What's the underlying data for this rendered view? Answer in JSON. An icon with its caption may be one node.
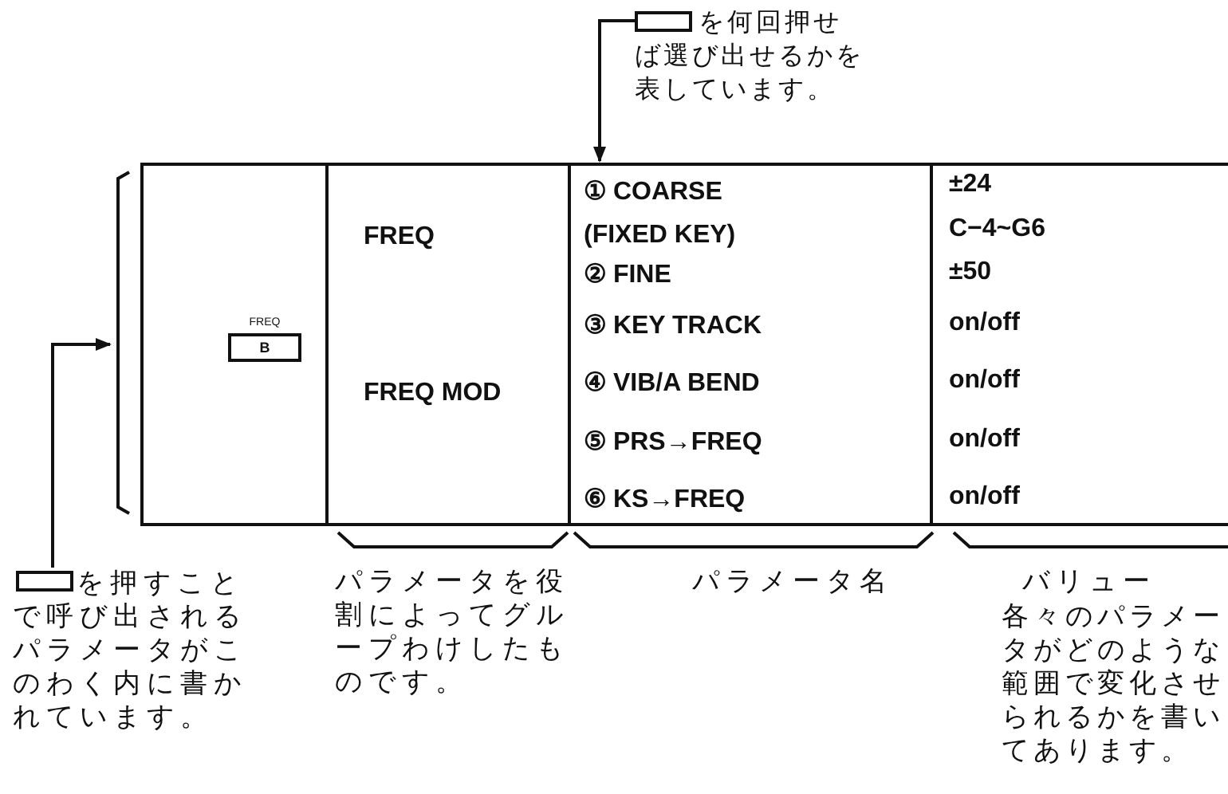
{
  "diagram": {
    "nodes": [
      {
        "text": [
          "を何回押せば選び出せるかを表しています。"
        ]
      },
      {
        "text": [],
        "shape": "box"
      },
      {
        "text": [],
        "shape": "box",
        "in": 1
      },
      {
        "text": [
          "FREQ",
          "B"
        ],
        "in": 2
      },
      {
        "text": [
          "FREQ",
          "FREQ MOD"
        ],
        "in": 1
      },
      {
        "text": [
          "① COARSE (FIXED KEY)",
          "② FINE",
          "③ KEY TRACK",
          "④ VIB/A BEND",
          "⑤ PRS→FREQ",
          "⑥ KS→FREQ"
        ],
        "in": 1
      },
      {
        "text": [
          "±24",
          "C−4~G6",
          "±50",
          "on/off",
          "on/off",
          "on/off",
          "on/off"
        ],
        "in": 1
      },
      {
        "text": [
          "を押すことで呼び出されるパラメータがこのわく内に書かれています。"
        ]
      }
    ],
    "edges": [
      {
        "from": 0,
        "to": 5,
        "arrow": "to"
      },
      {
        "from": 7,
        "to": 1,
        "arrow": "to"
      }
    ],
    "labels": [
      "パラメータを役割によってグループわけしたものです。",
      "パラメータ名",
      "バリュー",
      "各々のパラメータがどのような範囲で変化させられるかを書いてあります。"
    ]
  }
}
